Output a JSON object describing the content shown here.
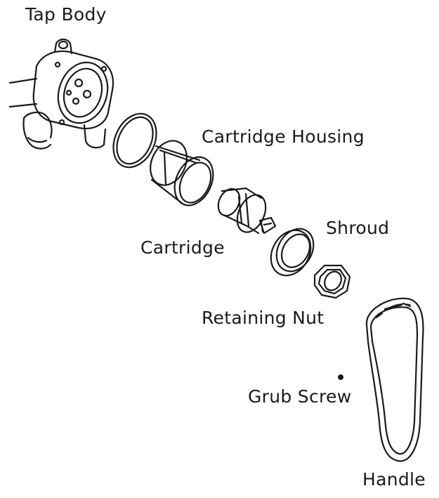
{
  "labels": {
    "tap_body": "Tap Body",
    "cartridge_housing": "Cartridge Housing",
    "shroud": "Shroud",
    "cartridge": "Cartridge",
    "retaining_nut": "Retaining Nut",
    "grub_screw": "Grub Screw",
    "handle": "Handle"
  },
  "colors": {
    "line": "#1a1a1a",
    "background": "#ffffff"
  }
}
